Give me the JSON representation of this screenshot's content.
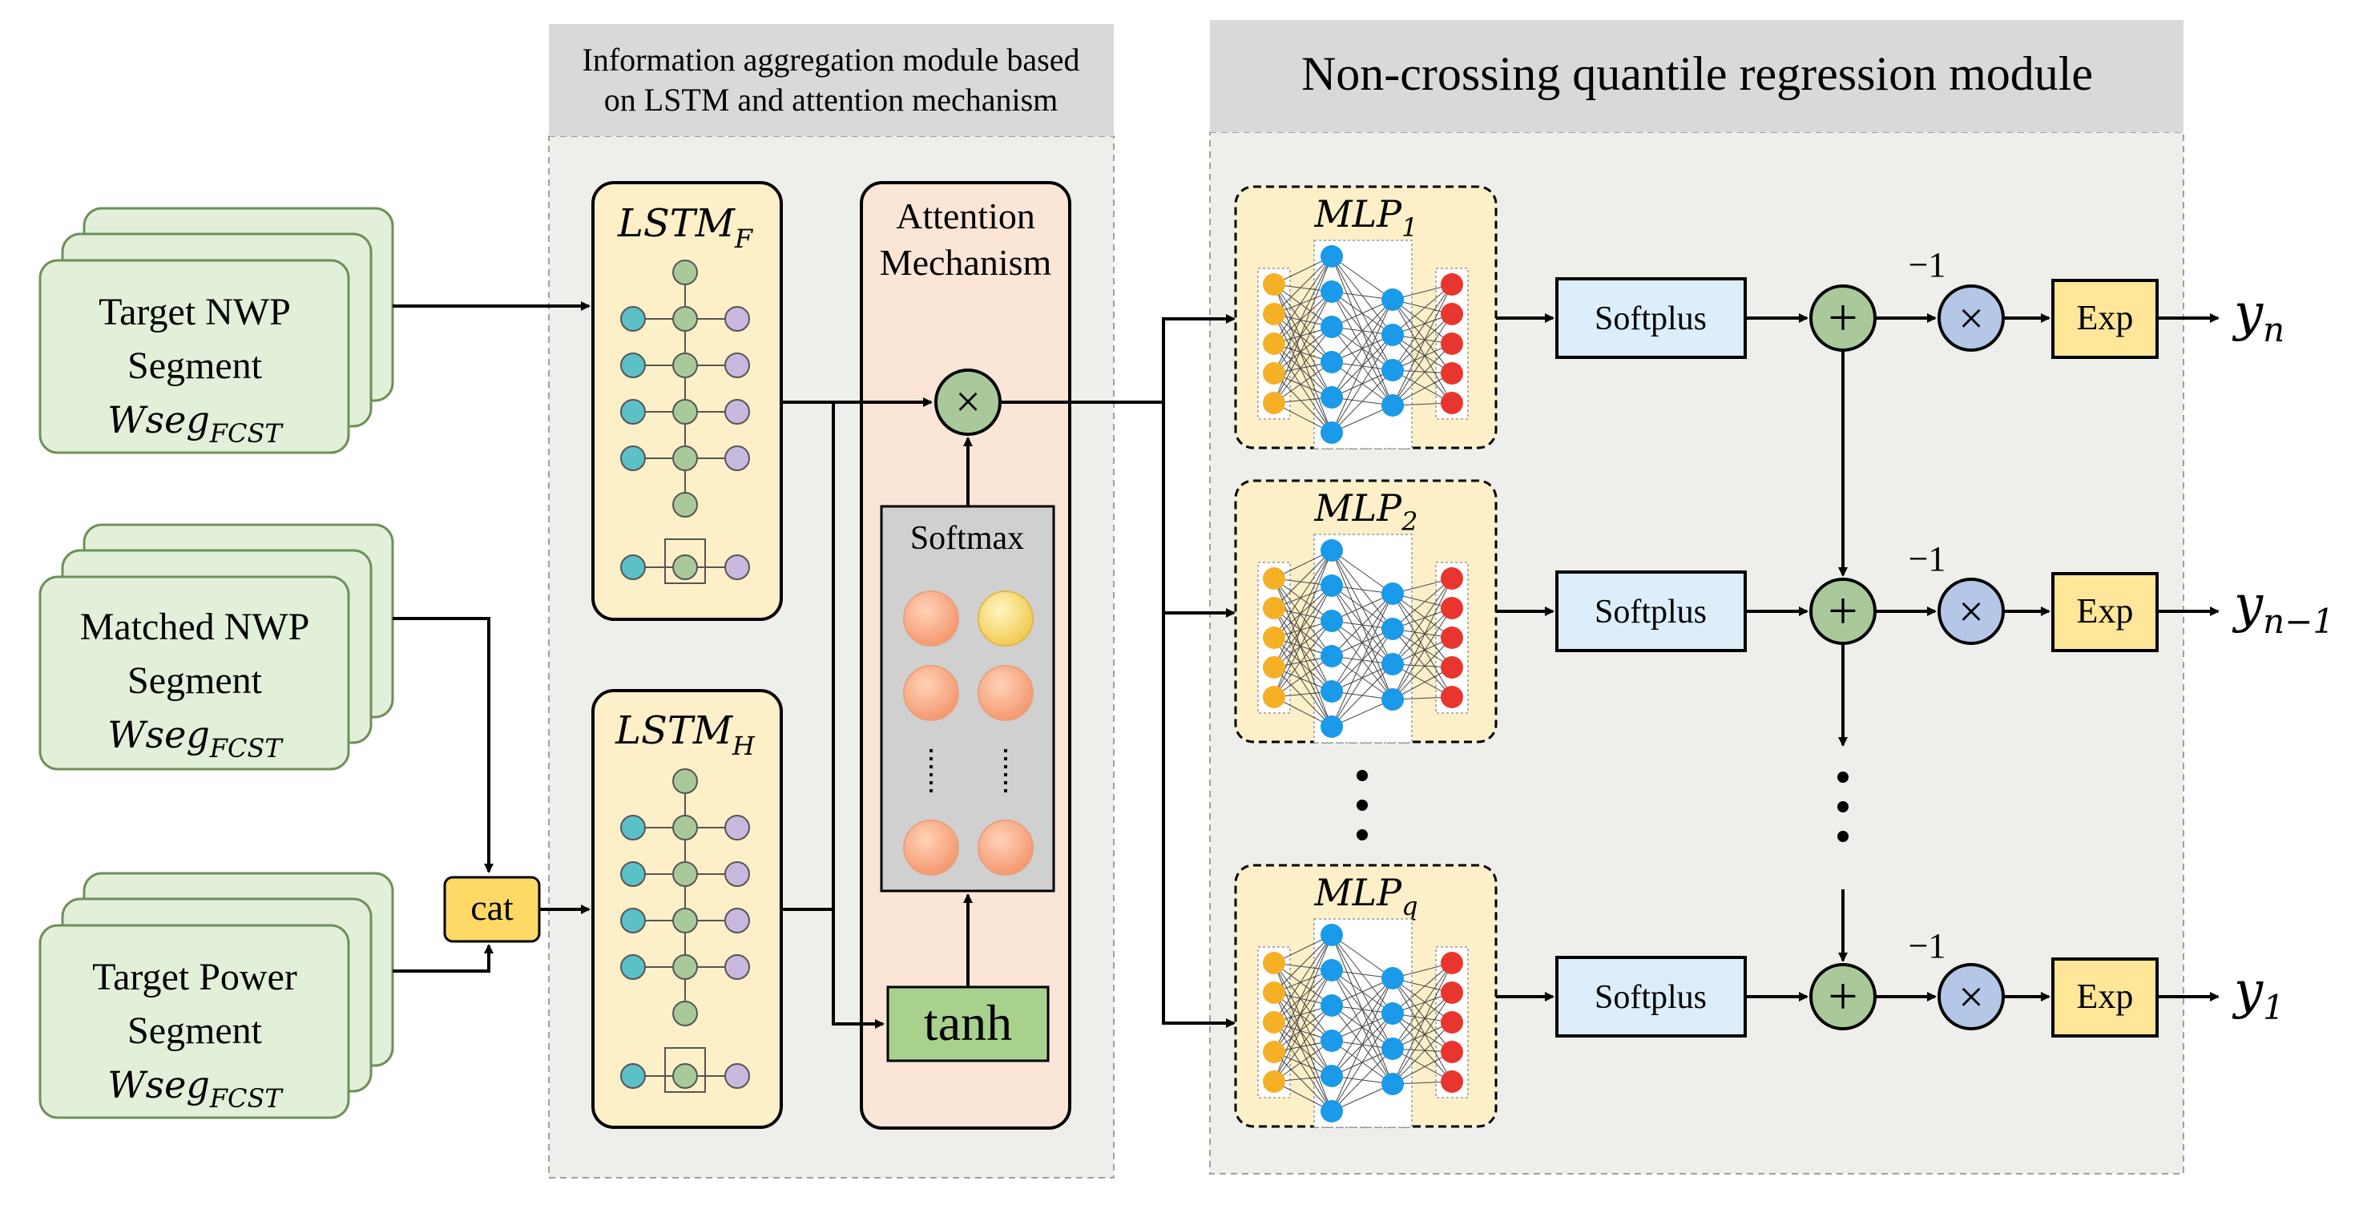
{
  "inputs": {
    "target_nwp": {
      "line1": "Target NWP",
      "line2": "Segment",
      "sub_main": "Wseg",
      "sub_script": "FCST"
    },
    "matched_nwp": {
      "line1": "Matched NWP",
      "line2": "Segment",
      "sub_main": "Wseg",
      "sub_script": "FCST"
    },
    "target_power": {
      "line1": "Target Power",
      "line2": "Segment",
      "sub_main": "Wseg",
      "sub_script": "FCST"
    }
  },
  "cat_label": "cat",
  "aggregation_module": {
    "title_line1": "Information aggregation module based",
    "title_line2": "on LSTM and attention mechanism",
    "lstm_f": {
      "main": "LSTM",
      "sub": "F"
    },
    "lstm_h": {
      "main": "LSTM",
      "sub": "H"
    },
    "attention_title_line1": "Attention",
    "attention_title_line2": "Mechanism",
    "softmax_label": "Softmax",
    "tanh_label": "tanh",
    "multiply_symbol": "×"
  },
  "quantile_module": {
    "title": "Non-crossing quantile regression module",
    "mlps": [
      {
        "main": "MLP",
        "sub": "1"
      },
      {
        "main": "MLP",
        "sub": "2"
      },
      {
        "main": "MLP",
        "sub": "q"
      }
    ],
    "softplus_label": "Softplus",
    "exp_label": "Exp",
    "minus_one": "−1",
    "plus_symbol": "+",
    "times_symbol": "×",
    "outputs": [
      {
        "main": "y",
        "sub": "n"
      },
      {
        "main": "y",
        "sub": "n−1"
      },
      {
        "main": "y",
        "sub": "1"
      }
    ]
  },
  "colors": {
    "input_fill": "#e2f0d9",
    "input_stroke": "#6f8f5a",
    "module_bg": "#eeeeea",
    "module_header": "#d9d9d9",
    "lstm_fill": "#fdf0c8",
    "attention_fill": "#fbe5d6",
    "softmax_fill": "#d0d0d0",
    "tanh_fill": "#a9d18e",
    "cat_fill": "#ffd966",
    "softplus_fill": "#dbeef9",
    "exp_fill": "#ffe699",
    "plus_fill": "#a9c99a",
    "times_fill": "#b4c7e7",
    "mlp_fill": "#fdf0c8"
  }
}
